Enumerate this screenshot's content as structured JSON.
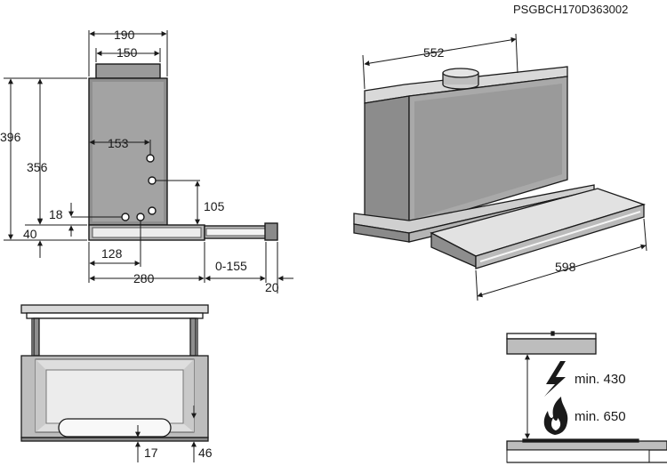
{
  "document_code": "PSGBCH170D363002",
  "dimensions": {
    "d190": "190",
    "d150": "150",
    "d396": "396",
    "d356": "356",
    "d153": "153",
    "d105": "105",
    "d18": "18",
    "d40": "40",
    "d128": "128",
    "d280": "280",
    "d0_155": "0-155",
    "d20": "20",
    "d552": "552",
    "d598": "598",
    "d17": "17",
    "d46": "46"
  },
  "clearances": {
    "electric": "min. 430",
    "gas": "min. 650"
  },
  "icons": {
    "electric": "lightning-bolt-icon",
    "gas": "gas-flame-icon"
  },
  "colors": {
    "line": "#1a1a1a",
    "fill_dark": "#8a8a8a",
    "fill_mid": "#b0b0b0",
    "fill_light": "#d6d6d6"
  }
}
